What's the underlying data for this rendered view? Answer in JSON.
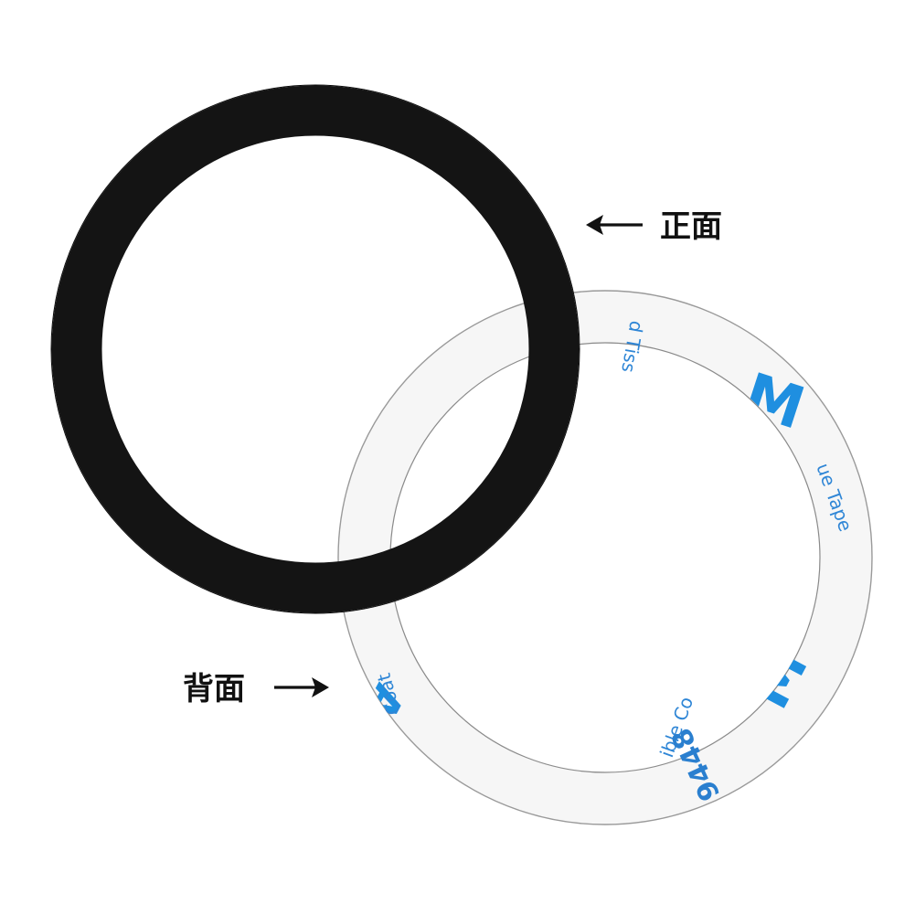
{
  "front_label": "正面",
  "back_label": "背面",
  "colors": {
    "ring": "#141414",
    "liner": "#f7f7f7",
    "liner_print": "#2f86d6"
  },
  "liner_print": {
    "product_number": "9448",
    "text_top": "d Tiss",
    "text_right": "ue Tape",
    "text_bottom": "ible Co",
    "text_left": "Coat"
  }
}
